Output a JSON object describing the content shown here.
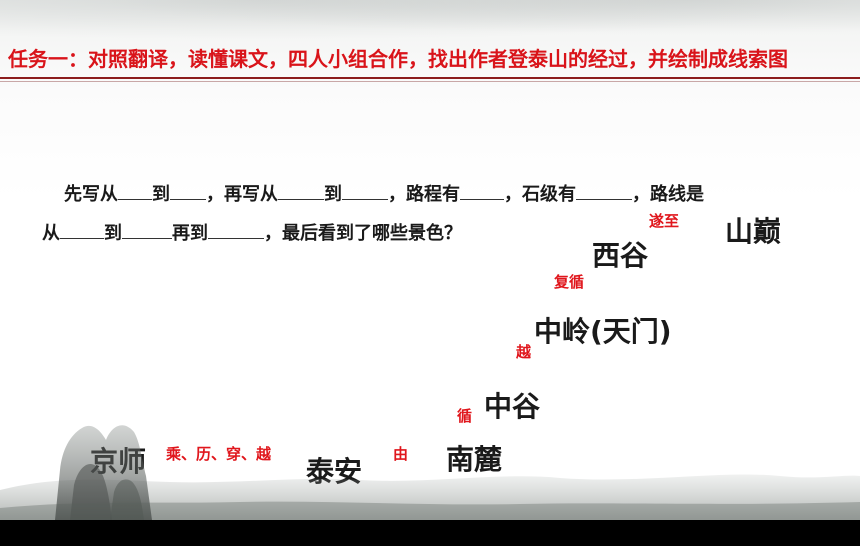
{
  "title": "任务一：对照翻译，读懂课文，四人小组合作，找出作者登泰山的经过，并绘制成线索图",
  "question": {
    "line1": {
      "p1": "先写从",
      "p2": "到",
      "p3": "，再写从",
      "p4": "到",
      "p5": "，路程有",
      "p6": "，石级有",
      "p7": "，路线是"
    },
    "line2": {
      "p1": "从",
      "p2": "到",
      "p3": "再到",
      "p4": "，最后看到了哪些景色？"
    }
  },
  "route": {
    "places": {
      "jingshi": "京师",
      "taian": "泰安",
      "nanlu": "南麓",
      "zhonggu": "中谷",
      "zhongling": "中岭(天门)",
      "xigu": "西谷",
      "shandian": "山巅"
    },
    "verbs": {
      "cheng": "乘、历、穿、越",
      "you": "由",
      "xun": "循",
      "yue": "越",
      "fuxun": "复循",
      "suizhi": "遂至"
    }
  },
  "colors": {
    "title_red": "#d9141a",
    "verb_red": "#e0161c",
    "text_black": "#1a1a1a"
  }
}
